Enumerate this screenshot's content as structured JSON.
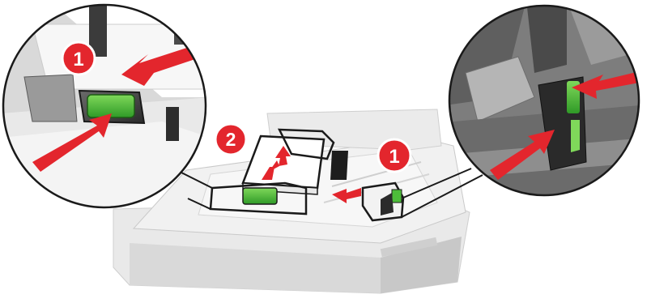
{
  "figure": {
    "step_labels": {
      "left_callout": "1",
      "center_paper": "2",
      "center_right": "1"
    },
    "colors": {
      "step_badge": "#e3262d",
      "arrow": "#e3262d",
      "guide_tab": "#4dbd3a",
      "callout_outline": "#1a1a1a",
      "tray": "#e6e6e6"
    },
    "icons": {
      "left_callout": "magnified-left-paper-guide",
      "right_callout": "magnified-right-paper-guide",
      "tray": "paper-tray-illustration"
    }
  }
}
